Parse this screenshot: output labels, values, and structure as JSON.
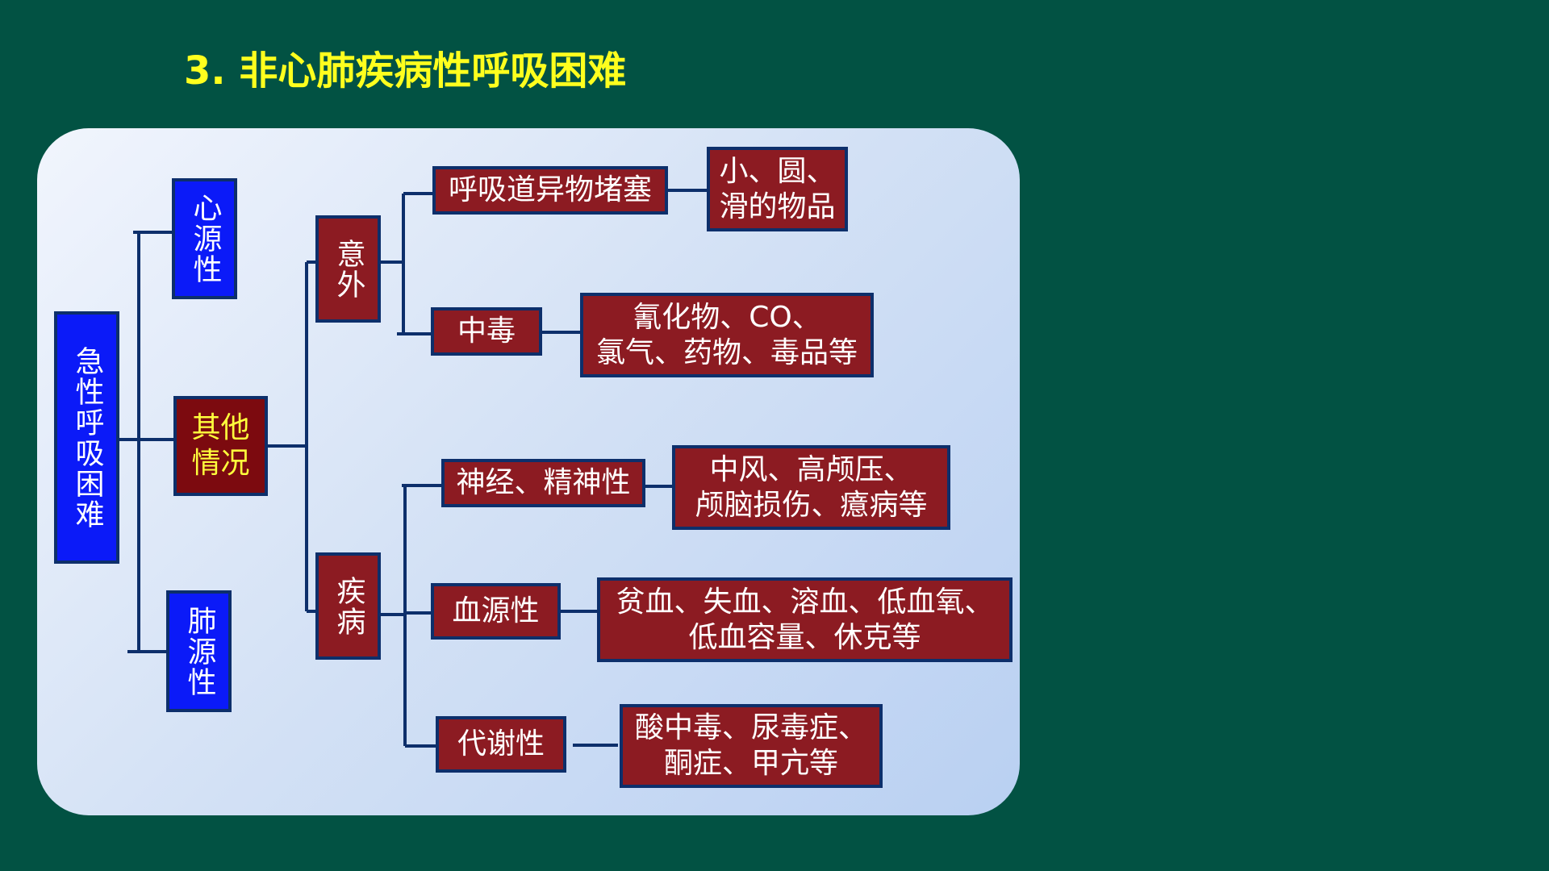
{
  "title": "3. 非心肺疾病性呼吸困难",
  "diagram": {
    "root": "急性呼吸困难",
    "cardiac": "心源性",
    "other": "其他\n情况",
    "pulmonary": "肺源性",
    "accident": "意外",
    "disease": "疾病",
    "airway": "呼吸道异物堵塞",
    "airway_detail": "小、圆、\n滑的物品",
    "poison": "中毒",
    "poison_detail": "氰化物、CO、\n氯气、药物、毒品等",
    "neuro": "神经、精神性",
    "neuro_detail": "中风、高颅压、\n颅脑损伤、癔病等",
    "blood": "血源性",
    "blood_detail": "贫血、失血、溶血、低血氧、\n低血容量、休克等",
    "metabolic": "代谢性",
    "metabolic_detail": "酸中毒、尿毒症、\n酮症、甲亢等"
  },
  "colors": {
    "background": "#025243",
    "title": "#FFFF1E",
    "blue_box": "#0B1AF8",
    "red_box": "#8C1B22",
    "line": "#0D2F6B"
  }
}
